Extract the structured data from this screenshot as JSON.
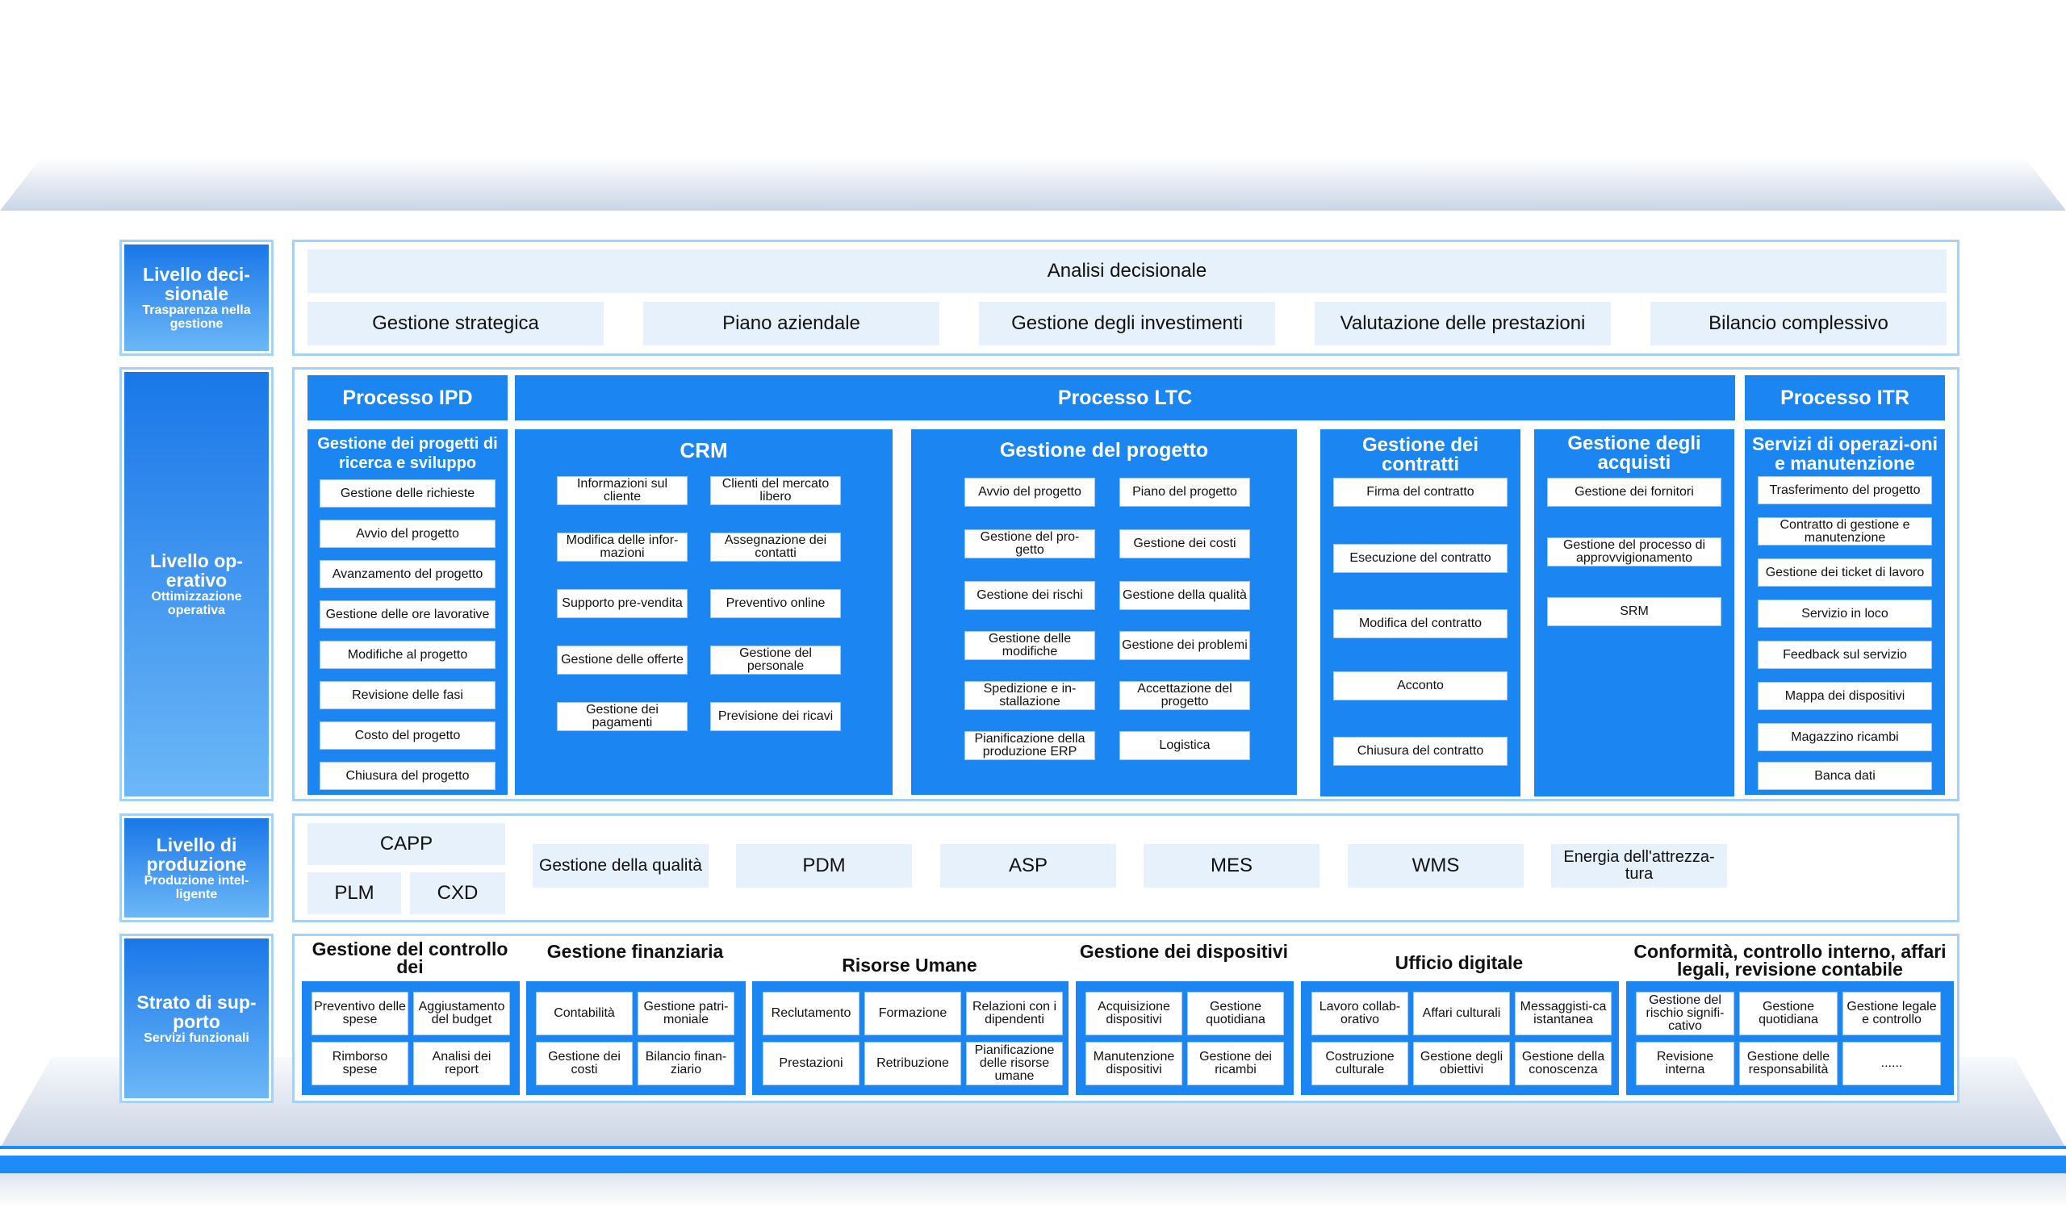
{
  "layers": {
    "decision": {
      "title": "Livello deci-sionale",
      "subtitle": "Trasparenza nella gestione"
    },
    "operative": {
      "title": "Livello op-erativo",
      "subtitle": "Ottimizzazione operativa"
    },
    "production": {
      "title": "Livello di produzione",
      "subtitle": "Produzione intel-ligente"
    },
    "support": {
      "title": "Strato di sup-porto",
      "subtitle": "Servizi funzionali"
    }
  },
  "decision": {
    "top": "Analisi decisionale",
    "items": [
      "Gestione strategica",
      "Piano aziendale",
      "Gestione degli investimenti",
      "Valutazione delle prestazioni",
      "Bilancio complessivo"
    ]
  },
  "processes": {
    "ipd": "Processo IPD",
    "ltc": "Processo LTC",
    "itr": "Processo ITR"
  },
  "columns": {
    "ipd": {
      "title": "Gestione dei progetti di ricerca e sviluppo",
      "items": [
        "Gestione delle richieste",
        "Avvio del progetto",
        "Avanzamento del progetto",
        "Gestione delle ore lavorative",
        "Modifiche al progetto",
        "Revisione delle fasi",
        "Costo del progetto",
        "Chiusura del progetto"
      ]
    },
    "crm": {
      "title": "CRM",
      "items": [
        "Informazioni sul cliente",
        "Clienti del mercato libero",
        "Modifica delle infor-mazioni",
        "Assegnazione dei contatti",
        "Supporto pre-vendita",
        "Preventivo online",
        "Gestione delle offerte",
        "Gestione del personale",
        "Gestione dei pagamenti",
        "Previsione dei ricavi"
      ]
    },
    "project": {
      "title": "Gestione del progetto",
      "items": [
        "Avvio del progetto",
        "Piano del progetto",
        "Gestione del pro-getto",
        "Gestione dei costi",
        "Gestione dei rischi",
        "Gestione della qualità",
        "Gestione delle modifiche",
        "Gestione dei problemi",
        "Spedizione e in-stallazione",
        "Accettazione del progetto",
        "Pianificazione della produzione ERP",
        "Logistica"
      ]
    },
    "contracts": {
      "title": "Gestione dei contratti",
      "items": [
        "Firma del contratto",
        "Esecuzione del contratto",
        "Modifica del contratto",
        "Acconto",
        "Chiusura del contratto"
      ]
    },
    "purchases": {
      "title": "Gestione degli acquisti",
      "items": [
        "Gestione dei fornitori",
        "Gestione del processo di approvvigionamento",
        "SRM"
      ]
    },
    "itr": {
      "title": "Servizi di operazi-oni e manutenzione",
      "items": [
        "Trasferimento del progetto",
        "Contratto di gestione e manutenzione",
        "Gestione dei ticket di lavoro",
        "Servizio in loco",
        "Feedback sul servizio",
        "Mappa dei dispositivi",
        "Magazzino ricambi",
        "Banca dati"
      ]
    }
  },
  "production": {
    "items": [
      "CAPP",
      "PLM",
      "CXD",
      "Gestione della qualità",
      "PDM",
      "ASP",
      "MES",
      "WMS",
      "Energia dell'attrezza-tura"
    ]
  },
  "support": {
    "groups": [
      {
        "title": "Gestione del controllo dei",
        "items": [
          "Preventivo delle spese",
          "Aggiustamento del budget",
          "Rimborso spese",
          "Analisi dei report"
        ]
      },
      {
        "title": "Gestione finanziaria",
        "items": [
          "Contabilità",
          "Gestione patri-moniale",
          "Gestione dei costi",
          "Bilancio finan-ziario"
        ]
      },
      {
        "title": "Risorse Umane",
        "items": [
          "Reclutamento",
          "Formazione",
          "Relazioni con i dipendenti",
          "Prestazioni",
          "Retribuzione",
          "Pianificazione delle risorse umane"
        ]
      },
      {
        "title": "Gestione dei dispositivi",
        "items": [
          "Acquisizione dispositivi",
          "Gestione quotidiana",
          "Manutenzione dispositivi",
          "Gestione dei ricambi"
        ]
      },
      {
        "title": "Ufficio digitale",
        "items": [
          "Lavoro collab-orativo",
          "Affari culturali",
          "Messaggisti-ca istantanea",
          "Costruzione culturale",
          "Gestione degli obiettivi",
          "Gestione della conoscenza"
        ]
      },
      {
        "title": "Conformità, controllo interno, affari legali, revisione contabile",
        "items": [
          "Gestione del rischio signifi-cativo",
          "Gestione quotidiana",
          "Gestione legale e controllo",
          "Revisione interna",
          "Gestione delle responsabilità",
          "......"
        ]
      }
    ]
  }
}
